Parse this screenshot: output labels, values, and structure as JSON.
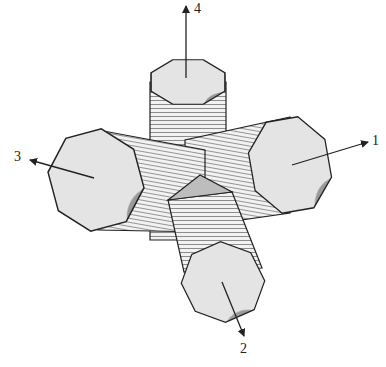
{
  "diagram": {
    "labels": [
      "4",
      "3",
      "1",
      "2"
    ]
  }
}
